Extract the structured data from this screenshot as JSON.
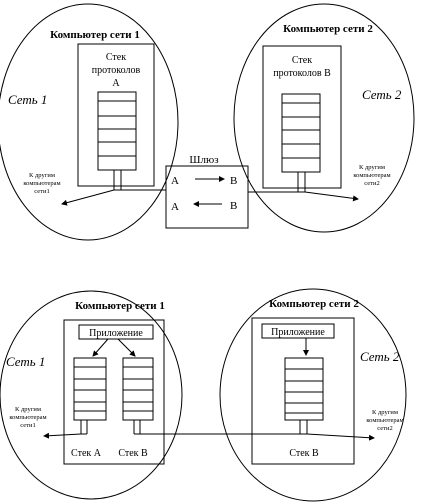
{
  "top": {
    "computer1_title": "Компьютер сети 1",
    "computer2_title": "Компьютер сети 2",
    "stack_a": [
      "Стек",
      "протоколов",
      "A"
    ],
    "stack_b": [
      "Стек",
      "протоколов B"
    ],
    "network1": "Сеть 1",
    "network2": "Сеть 2",
    "gateway_title": "Шлюз",
    "gateway_row1": [
      "A",
      "B"
    ],
    "gateway_row2": [
      "A",
      "B"
    ],
    "to_other1": [
      "К другим",
      "компьютерам",
      "сети1"
    ],
    "to_other2": [
      "К другим",
      "компьютерам",
      "сети2"
    ]
  },
  "bottom": {
    "computer1_title": "Компьютер сети 1",
    "computer2_title": "Компьютер сети 2",
    "app1": "Приложение",
    "app2": "Приложение",
    "network1": "Сеть 1",
    "network2": "Сеть 2",
    "stack_a": "Стек A",
    "stack_b": "Стек B",
    "stack_b2": "Стек B",
    "to_other1": [
      "К другим",
      "компьютерам",
      "сети1"
    ],
    "to_other2": [
      "К другим",
      "компьютерам",
      "сети2"
    ]
  }
}
